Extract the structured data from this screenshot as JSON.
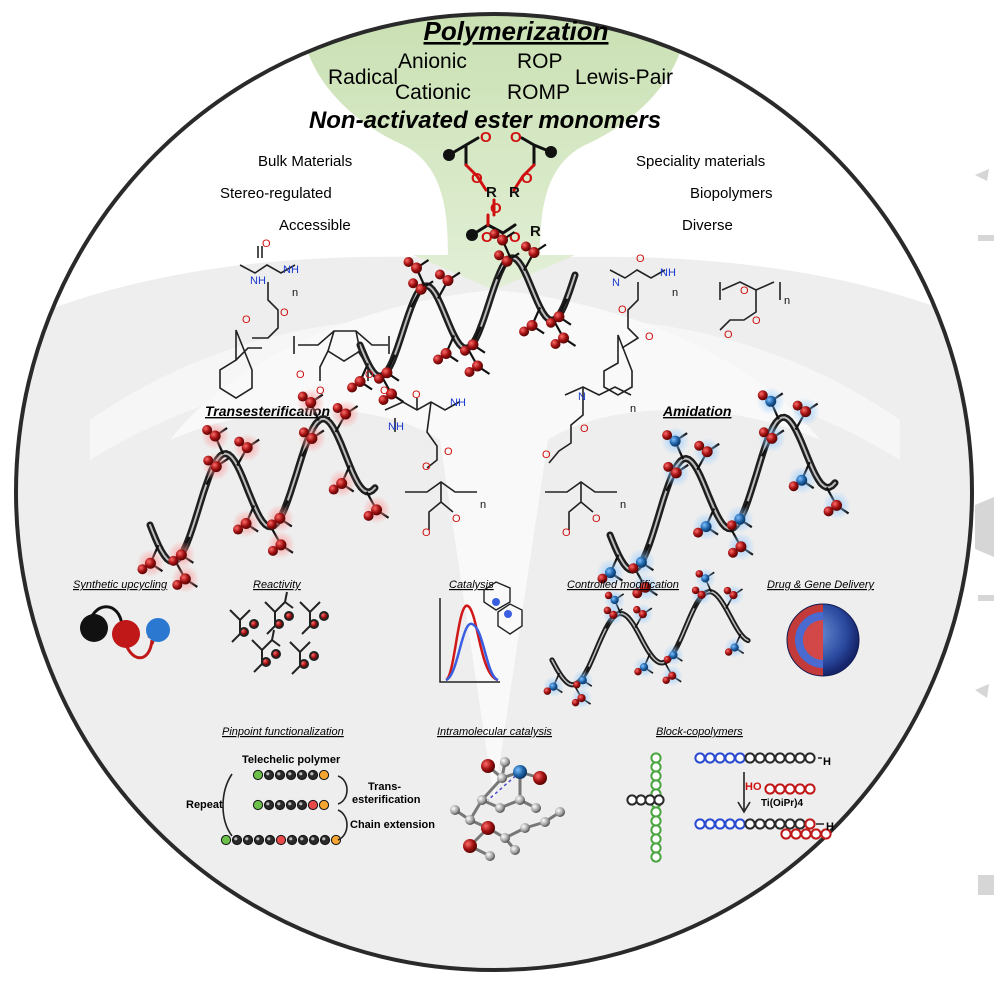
{
  "polymerization": {
    "title": "Polymerization",
    "methods": [
      "Radical",
      "Anionic",
      "Cationic",
      "ROP",
      "ROMP",
      "Lewis-Pair"
    ],
    "monomers_label": "Non-activated ester monomers"
  },
  "left_attributes": [
    "Bulk Materials",
    "Stereo-regulated",
    "Accessible"
  ],
  "right_attributes": [
    "Speciality materials",
    "Biopolymers",
    "Diverse"
  ],
  "structure_labels": {
    "R": "R",
    "n": "n",
    "NH": "NH",
    "H": "H",
    "O": "O",
    "N": "N"
  },
  "modifications": {
    "transesterification": "Transesterification",
    "amidation": "Amidation"
  },
  "applications": [
    "Synthetic upcycling",
    "Reactivity",
    "Catalysis",
    "Controlled modification",
    "Drug & Gene Delivery",
    "Pinpoint functionalization",
    "Intramolecular catalysis",
    "Block-copolymers"
  ],
  "pinpoint": {
    "telechelic": "Telechelic polymer",
    "repeat": "Repeat",
    "trans": "Trans-",
    "esterification": "esterification",
    "chain_extension": "Chain extension"
  },
  "block": {
    "end_h": "H",
    "ho": "HO",
    "catalyst": "Ti(OiPr)4"
  },
  "colors": {
    "green_funnel": "#cfe3b8",
    "ester_red": "#b01a1a",
    "amide_blue": "#2a78b8",
    "chain_black": "#222222",
    "end_green": "#6cc04a",
    "end_orange": "#f4a531",
    "bead_grey": "#9a9a9a"
  }
}
